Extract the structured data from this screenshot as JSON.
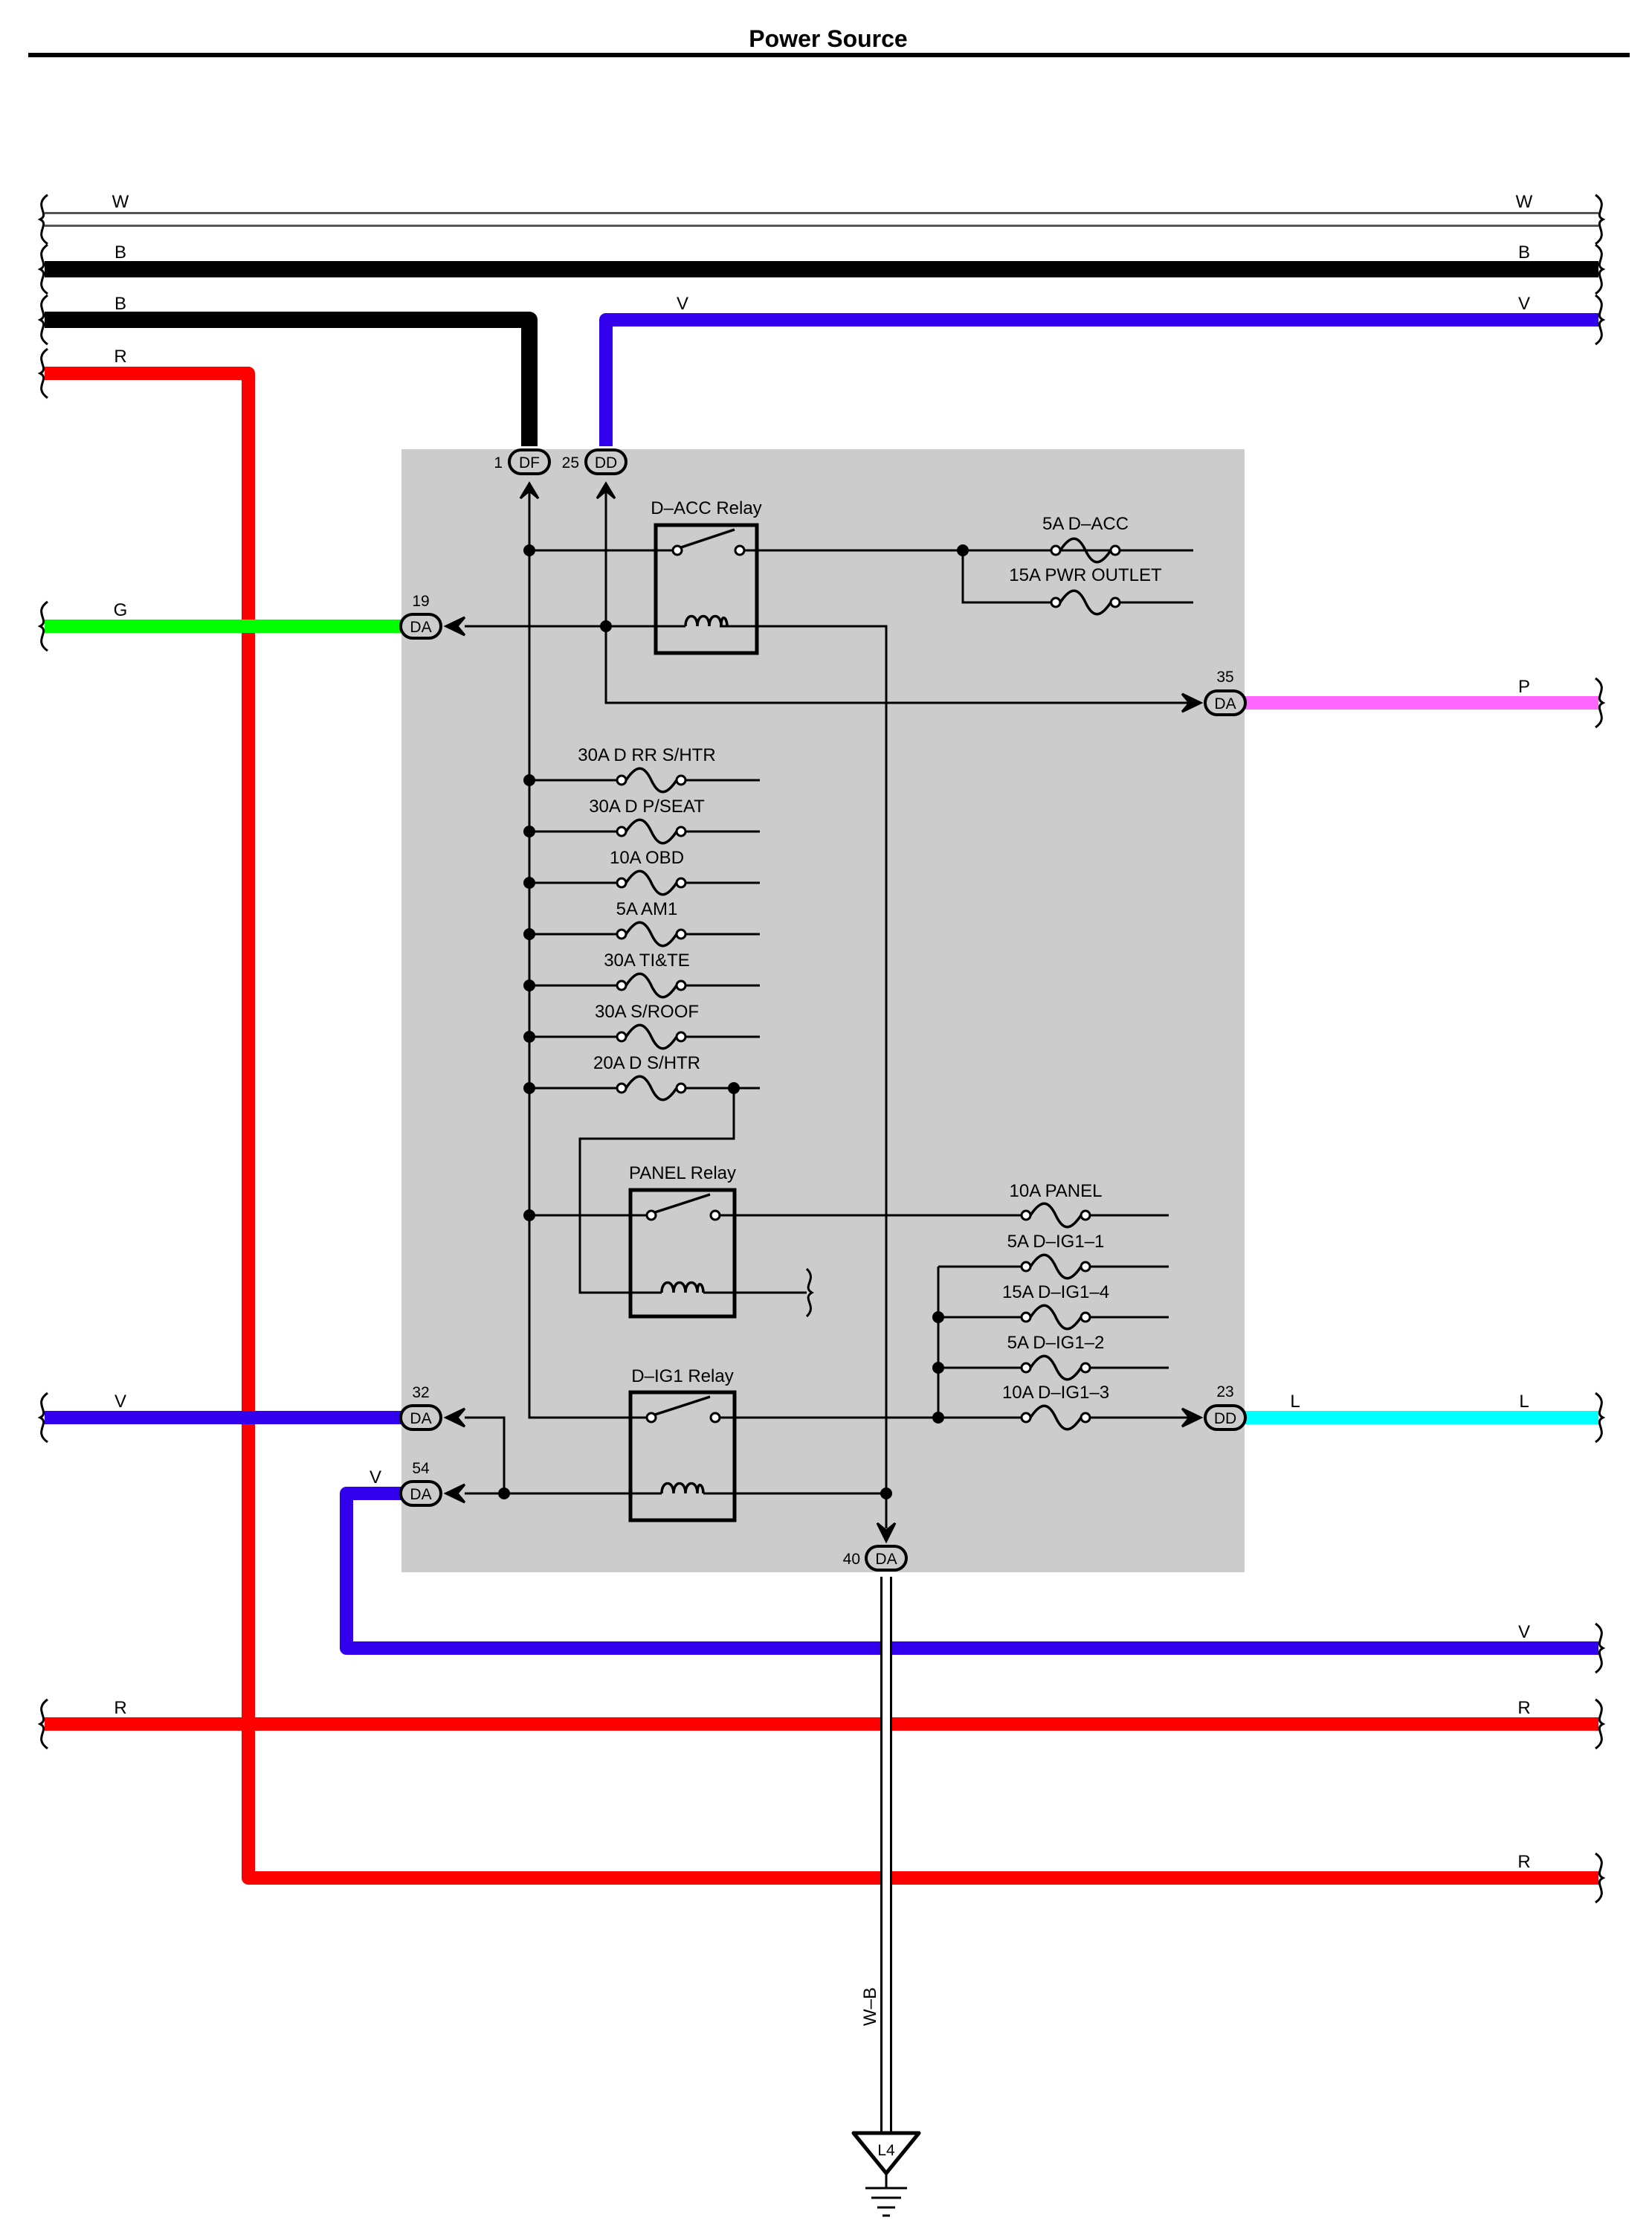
{
  "title": "Power Source",
  "colors": {
    "W": "#ffffff",
    "B": "#000000",
    "V": "#3300ee",
    "R": "#ff0000",
    "G": "#00ff00",
    "P": "#ff66ff",
    "L": "#00ffff",
    "WB": "#ffffff",
    "box_fill": "#cccccc"
  },
  "wire_labels": {
    "w_left": "W",
    "w_right": "W",
    "b1_left": "B",
    "b1_right": "B",
    "b2_left": "B",
    "v_top_mid": "V",
    "v_top_right": "V",
    "r1_left": "R",
    "g_left": "G",
    "p_right": "P",
    "v32_left": "V",
    "l_mid": "L",
    "l_right": "L",
    "v54": "V",
    "v_bottom_right": "V",
    "r2_left": "R",
    "r2_right": "R",
    "r3_right": "R",
    "wb": "W–B"
  },
  "connectors": {
    "df1": {
      "pin": "1",
      "code": "DF"
    },
    "dd25": {
      "pin": "25",
      "code": "DD"
    },
    "da19": {
      "pin": "19",
      "code": "DA"
    },
    "da35": {
      "pin": "35",
      "code": "DA"
    },
    "da32": {
      "pin": "32",
      "code": "DA"
    },
    "da54": {
      "pin": "54",
      "code": "DA"
    },
    "dd23": {
      "pin": "23",
      "code": "DD"
    },
    "da40": {
      "pin": "40",
      "code": "DA"
    }
  },
  "relays": {
    "d_acc": "D–ACC Relay",
    "panel": "PANEL Relay",
    "d_ig1": "D–IG1 Relay"
  },
  "fuses": {
    "acc": "5A D–ACC",
    "pwr_outlet": "15A PWR OUTLET",
    "rr_shtr": "30A D RR S/HTR",
    "pseat": "30A D P/SEAT",
    "obd": "10A OBD",
    "am1": "5A AM1",
    "tite": "30A TI&TE",
    "sroof": "30A S/ROOF",
    "d_shtr": "20A D S/HTR",
    "panel": "10A PANEL",
    "ig1_1": "5A D–IG1–1",
    "ig1_4": "15A D–IG1–4",
    "ig1_2": "5A D–IG1–2",
    "ig1_3": "10A D–IG1–3"
  },
  "ground": {
    "code": "L4"
  }
}
